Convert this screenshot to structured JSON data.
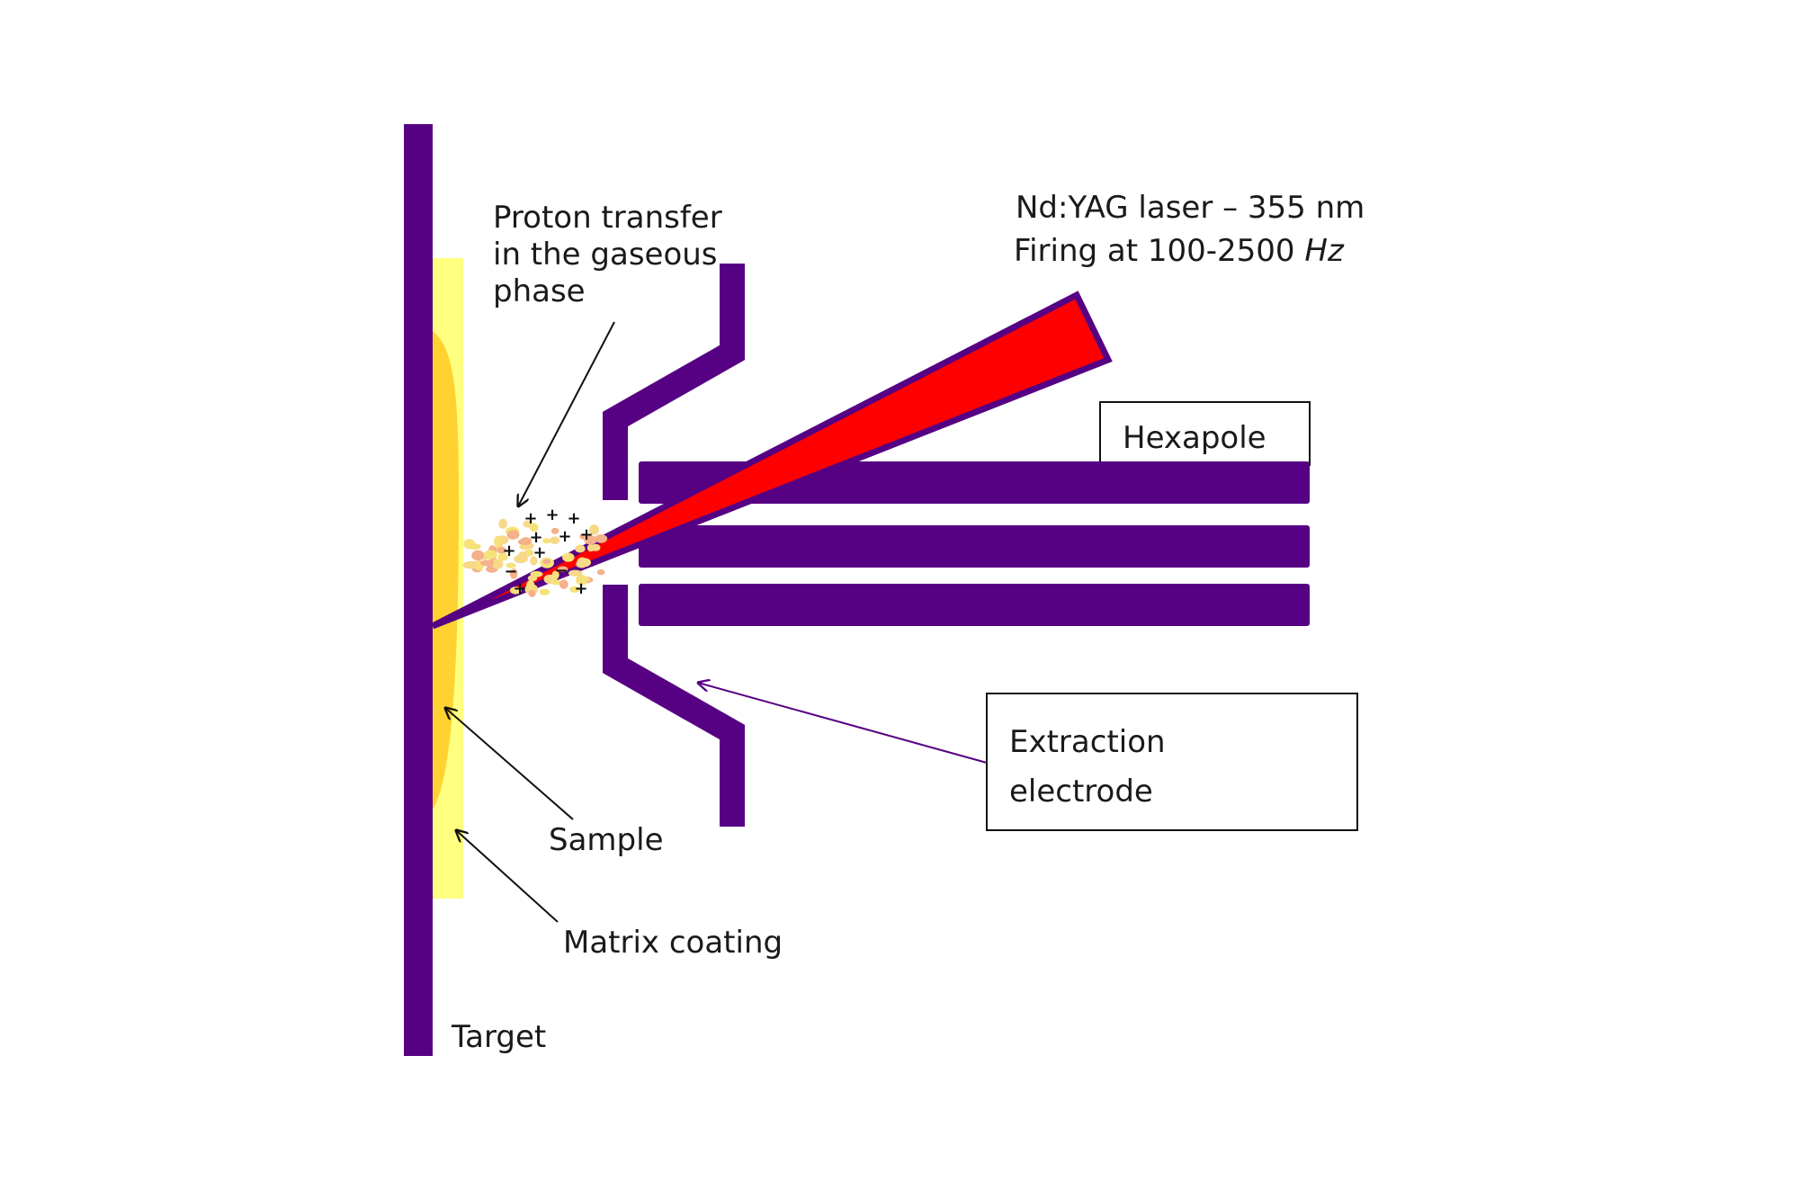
{
  "labels": {
    "proton_line1": "Proton transfer",
    "proton_line2": "in the gaseous",
    "proton_line3": "phase",
    "laser_line1": "Nd:YAG laser – 355 nm",
    "laser_line2_prefix": "Firing at 100-2500 ",
    "laser_line2_unit": "Hz",
    "hexapole": "Hexapole",
    "extraction_line1": "Extraction",
    "extraction_line2": "electrode",
    "sample": "Sample",
    "matrix": "Matrix coating",
    "target": "Target"
  },
  "ion_charges": [
    "+",
    "+",
    "+",
    "+",
    "+",
    "+",
    "+",
    "+",
    "−",
    "−",
    "+",
    "+"
  ],
  "colors": {
    "electrode": "#560083",
    "laser": "#ff0000",
    "matrix": "#ffff80",
    "sample": "#ffd232",
    "particle_light": "#f8d889",
    "particle_peach": "#f4b18a",
    "particle_yellow": "#f6e27a"
  }
}
